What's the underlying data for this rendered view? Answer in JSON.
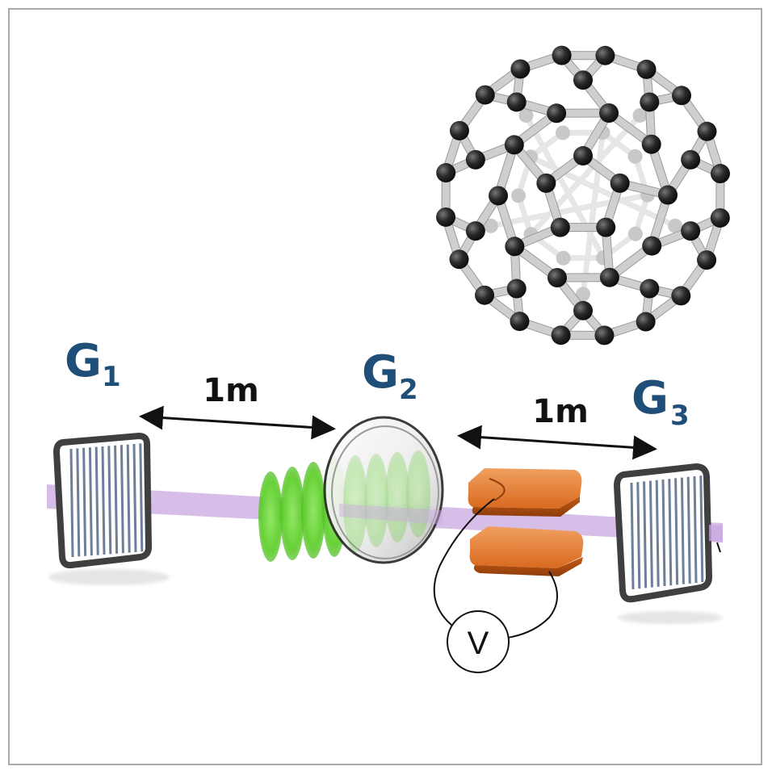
{
  "labels": {
    "g1": {
      "main": "G",
      "sub": "1"
    },
    "g2": {
      "main": "G",
      "sub": "2"
    },
    "g3": {
      "main": "G",
      "sub": "3"
    },
    "dist_left": "1m",
    "dist_right": "1m",
    "voltmeter": "V"
  },
  "colors": {
    "label_blue": "#1f4e79",
    "beam": "#c9a8e0",
    "wave_green": "#5fcf2c",
    "electrode": "#d9691f",
    "atom": "#1f1f1f",
    "bond": "#d0d0d0",
    "grating_frame": "#3f3f3f"
  },
  "icons": [
    "fullerene-molecule-icon",
    "grating-icon",
    "lens-icon",
    "electrode-icon",
    "voltmeter-icon"
  ]
}
